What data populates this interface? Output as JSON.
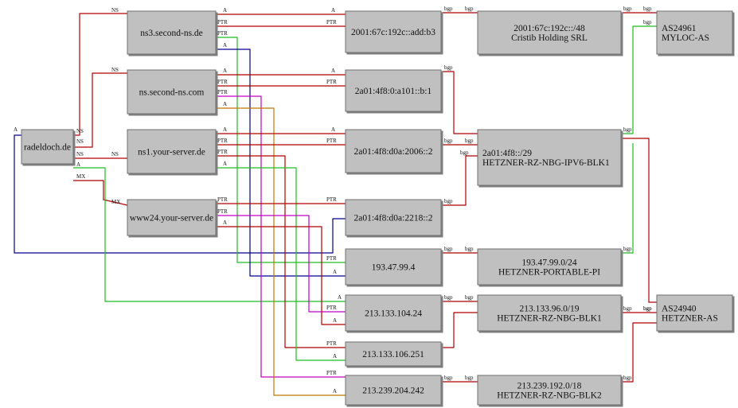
{
  "colors": {
    "red": "#b00000",
    "green": "#1fbf1f",
    "blue": "#000090",
    "magenta": "#c000c0",
    "orange": "#c07800"
  },
  "nodes": [
    {
      "id": "radeldoch",
      "label": [
        "radeldoch.de"
      ]
    },
    {
      "id": "ns3",
      "label": [
        "ns3.second-ns.de"
      ]
    },
    {
      "id": "nscom",
      "label": [
        "ns.second-ns.com"
      ]
    },
    {
      "id": "ns1",
      "label": [
        "ns1.your-server.de"
      ]
    },
    {
      "id": "www24",
      "label": [
        "www24.your-server.de"
      ]
    },
    {
      "id": "v6a",
      "label": [
        "2001:67c:192c::add:b3"
      ]
    },
    {
      "id": "v6b",
      "label": [
        "2a01:4f8:0:a101::b:1"
      ]
    },
    {
      "id": "v6c",
      "label": [
        "2a01:4f8:d0a:2006::2"
      ]
    },
    {
      "id": "v6d",
      "label": [
        "2a01:4f8:d0a:2218::2"
      ]
    },
    {
      "id": "ip4a",
      "label": [
        "193.47.99.4"
      ]
    },
    {
      "id": "ip4b",
      "label": [
        "213.133.104.24"
      ]
    },
    {
      "id": "ip4c",
      "label": [
        "213.133.106.251"
      ]
    },
    {
      "id": "ip4d",
      "label": [
        "213.239.204.242"
      ]
    },
    {
      "id": "pfx1",
      "label": [
        "2001:67c:192c::/48",
        "Cristib Holding SRL"
      ]
    },
    {
      "id": "pfx2",
      "label": [
        "2a01:4f8::/29",
        "HETZNER-RZ-NBG-IPV6-BLK1"
      ]
    },
    {
      "id": "pfx3",
      "label": [
        "193.47.99.0/24",
        "HETZNER-PORTABLE-PI"
      ]
    },
    {
      "id": "pfx4",
      "label": [
        "213.133.96.0/19",
        "HETZNER-RZ-NBG-BLK1"
      ]
    },
    {
      "id": "pfx5",
      "label": [
        "213.239.192.0/18",
        "HETZNER-RZ-NBG-BLK2"
      ]
    },
    {
      "id": "as1",
      "label": [
        "AS24961",
        "MYLOC-AS"
      ]
    },
    {
      "id": "as2",
      "label": [
        "AS24940",
        "HETZNER-AS"
      ]
    }
  ],
  "edge_labels": {
    "ns": "NS",
    "mx": "MX",
    "a": "A",
    "ptr": "PTR",
    "bgp": "bgp"
  }
}
